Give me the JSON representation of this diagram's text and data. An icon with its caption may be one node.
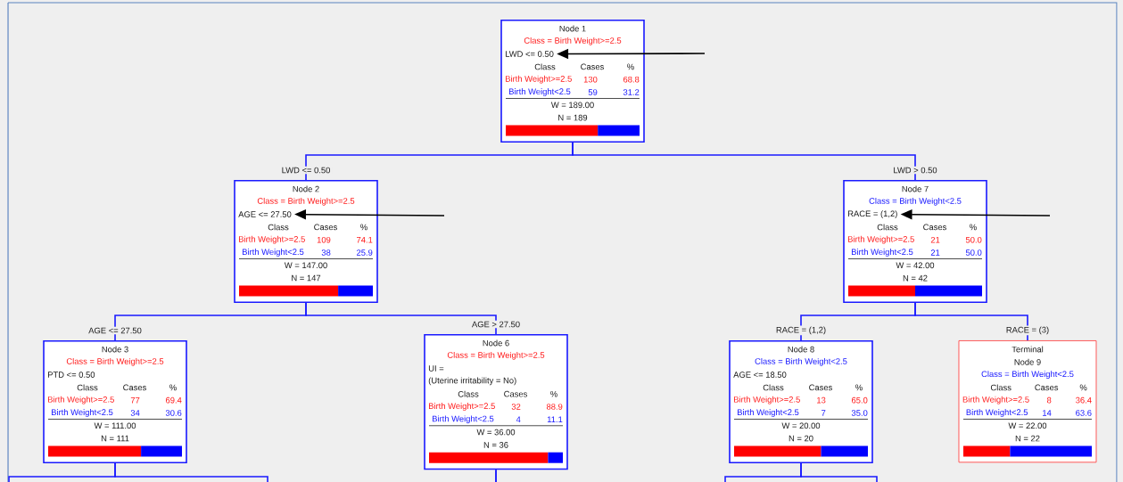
{
  "diagram": {
    "nodes": [
      {
        "text": [
          "Node 1",
          "Class = Birth Weight>=2.5",
          "LWD <= 0.50",
          "Class",
          "Cases",
          "%",
          "Birth Weight>=2.5",
          "130",
          "68.8",
          "Birth Weight<2.5",
          "59",
          "31.2",
          "W = 189.00",
          "N = 189"
        ]
      },
      {
        "text": [
          "Node 2",
          "Class = Birth Weight>=2.5",
          "AGE <= 27.50",
          "Class",
          "Cases",
          "%",
          "Birth Weight>=2.5",
          "109",
          "74.1",
          "Birth Weight<2.5",
          "38",
          "25.9",
          "W = 147.00",
          "N = 147"
        ]
      },
      {
        "text": [
          "Node 7",
          "Class = Birth Weight<2.5",
          "RACE = (1,2)",
          "Class",
          "Cases",
          "%",
          "Birth Weight>=2.5",
          "21",
          "50.0",
          "Birth Weight<2.5",
          "21",
          "50.0",
          "W = 42.00",
          "N = 42"
        ]
      },
      {
        "text": [
          "Node 3",
          "Class = Birth Weight>=2.5",
          "PTD <= 0.50",
          "Class",
          "Cases",
          "%",
          "Birth Weight>=2.5",
          "77",
          "69.4",
          "Birth Weight<2.5",
          "34",
          "30.6",
          "W = 111.00",
          "N = 111"
        ]
      },
      {
        "text": [
          "Node 6",
          "Class = Birth Weight>=2.5",
          "UI =",
          "(Uterine irritability = No)",
          "Class",
          "Cases",
          "%",
          "Birth Weight>=2.5",
          "32",
          "88.9",
          "Birth Weight<2.5",
          "4",
          "11.1",
          "W = 36.00",
          "N = 36"
        ]
      },
      {
        "text": [
          "Node 8",
          "Class = Birth Weight<2.5",
          "AGE <= 18.50",
          "Class",
          "Cases",
          "%",
          "Birth Weight>=2.5",
          "13",
          "65.0",
          "Birth Weight<2.5",
          "7",
          "35.0",
          "W = 20.00",
          "N = 20"
        ]
      },
      {
        "text": [
          "Terminal",
          "Node 9",
          "Class = Birth Weight<2.5",
          "Class",
          "Cases",
          "%",
          "Birth Weight>=2.5",
          "8",
          "36.4",
          "Birth Weight<2.5",
          "14",
          "63.6",
          "W = 22.00",
          "N = 22"
        ]
      }
    ],
    "edges": [
      {
        "from": 0,
        "to": 1,
        "arrow": "none",
        "label": "LWD <= 0.50"
      },
      {
        "from": 0,
        "to": 2,
        "arrow": "none",
        "label": "LWD > 0.50"
      },
      {
        "from": 1,
        "to": 3,
        "arrow": "none",
        "label": "AGE <= 27.50"
      },
      {
        "from": 1,
        "to": 4,
        "arrow": "none",
        "label": "AGE > 27.50"
      },
      {
        "from": 2,
        "to": 5,
        "arrow": "none",
        "label": "RACE = (1,2)"
      },
      {
        "from": 2,
        "to": 6,
        "arrow": "none",
        "label": "RACE = (3)"
      },
      {
        "from": 3,
        "to": null,
        "arrow": "none"
      },
      {
        "from": 3,
        "to": null,
        "arrow": "none"
      },
      {
        "from": 4,
        "to": null,
        "arrow": "none"
      },
      {
        "from": 4,
        "to": null,
        "arrow": "none"
      },
      {
        "from": 5,
        "to": null,
        "arrow": "none"
      },
      {
        "from": 5,
        "to": null,
        "arrow": "none"
      },
      {
        "from": null,
        "to": 0,
        "arrow": "to",
        "color": "#000000"
      },
      {
        "from": null,
        "to": 1,
        "arrow": "to",
        "color": "#000000"
      },
      {
        "from": null,
        "to": 2,
        "arrow": "to",
        "color": "#000000"
      }
    ]
  }
}
